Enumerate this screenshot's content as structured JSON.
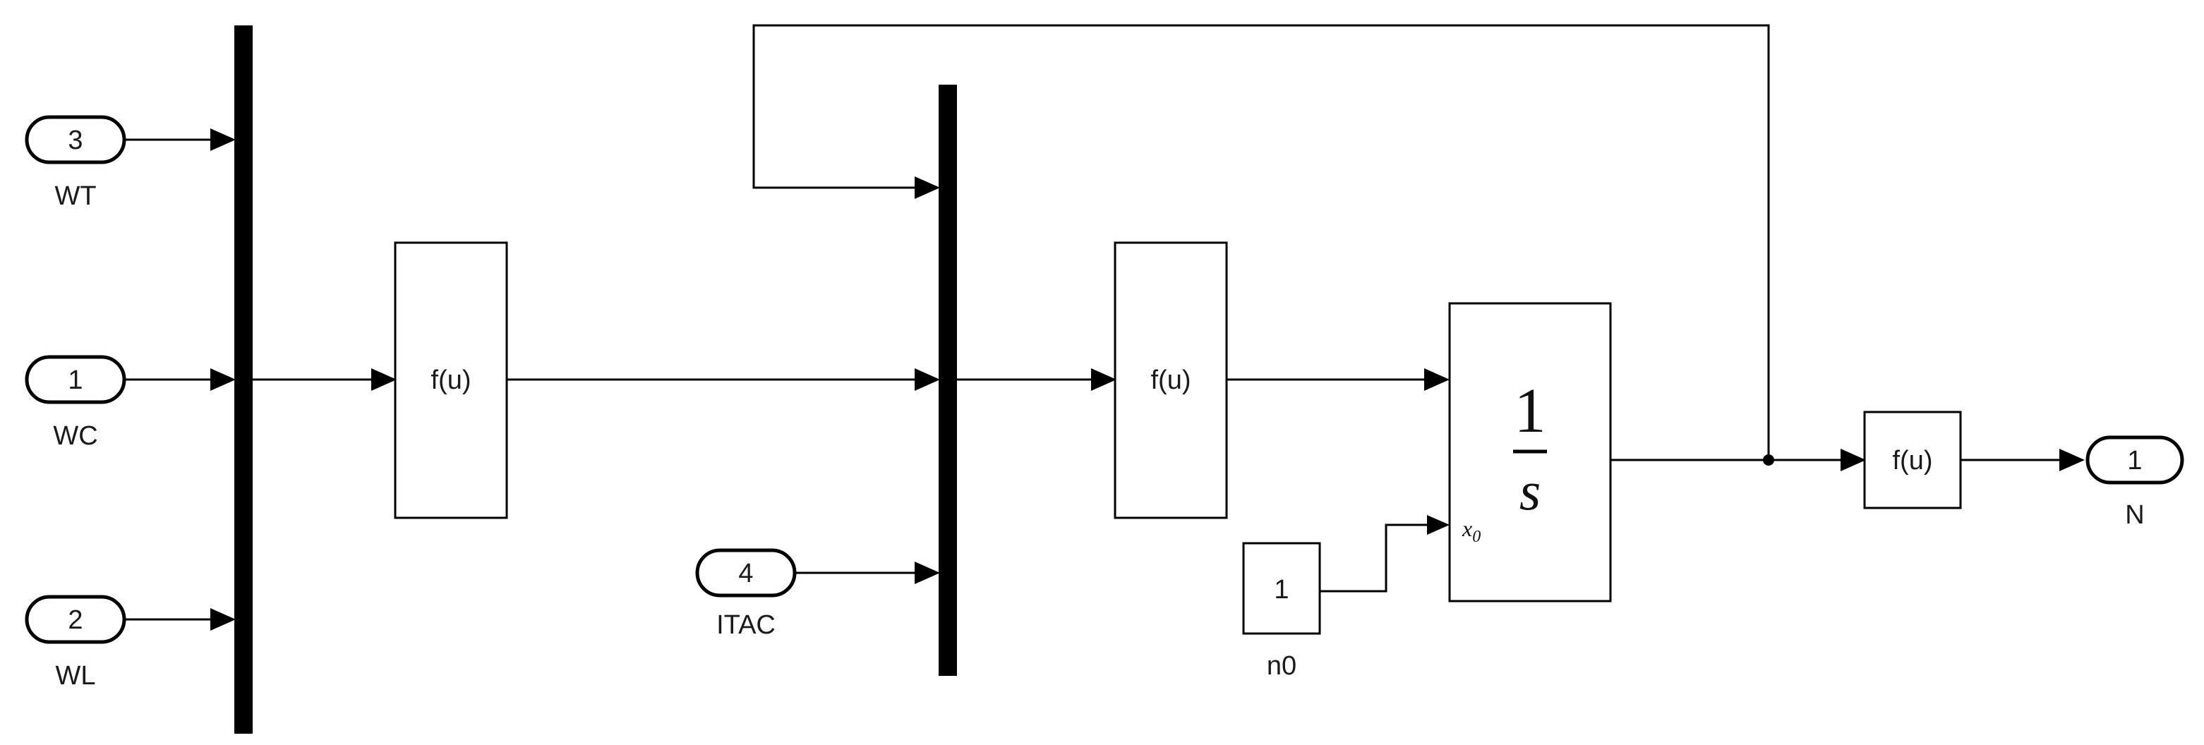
{
  "inports": [
    {
      "number": "3",
      "name": "WT"
    },
    {
      "number": "1",
      "name": "WC"
    },
    {
      "number": "2",
      "name": "WL"
    },
    {
      "number": "4",
      "name": "ITAC"
    }
  ],
  "fcn_blocks": [
    {
      "label": "f(u)"
    },
    {
      "label": "f(u)"
    },
    {
      "label": "f(u)"
    }
  ],
  "integrator": {
    "numerator": "1",
    "denominator": "s",
    "ic_port_label": "x",
    "ic_port_subscript": "0"
  },
  "constant": {
    "value": "1",
    "name": "n0"
  },
  "outport": {
    "number": "1",
    "name": "N"
  }
}
